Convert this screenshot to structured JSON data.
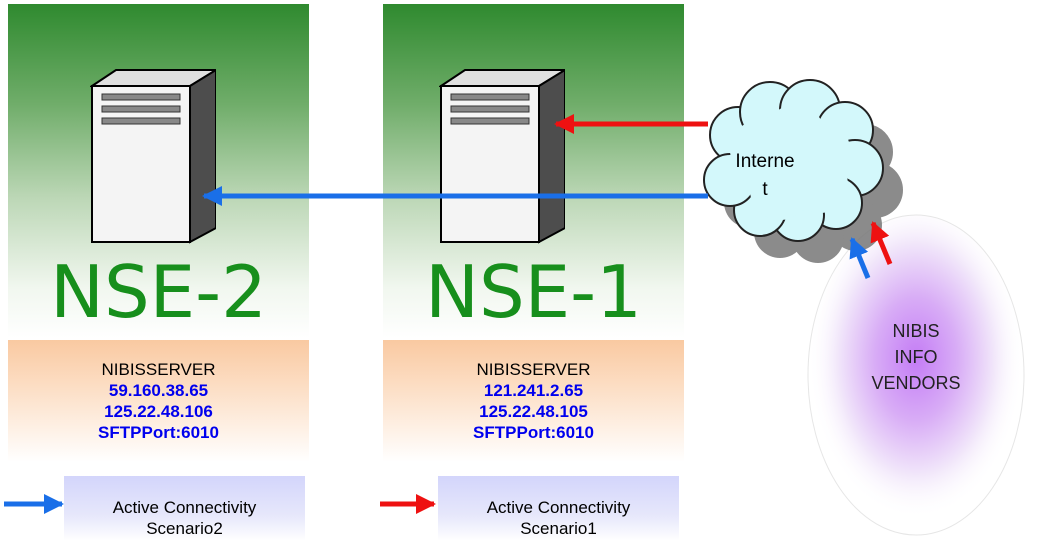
{
  "nodes": {
    "nse2": {
      "label": "NSE-2",
      "server": "NIBISSERVER",
      "ip1": "59.160.38.65",
      "ip2": "125.22.48.106",
      "port": "SFTPPort:6010"
    },
    "nse1": {
      "label": "NSE-1",
      "server": "NIBISSERVER",
      "ip1": "121.241.2.65",
      "ip2": "125.22.48.105",
      "port": "SFTPPort:6010"
    }
  },
  "cloud": {
    "line1": "Interne",
    "line2": "t"
  },
  "vendors": {
    "line1": "NIBIS",
    "line2": "INFO",
    "line3": "VENDORS"
  },
  "legend": {
    "scenario2": {
      "line1": "Active Connectivity",
      "line2": "Scenario2",
      "arrow_color": "#1a6fe8"
    },
    "scenario1": {
      "line1": "Active Connectivity",
      "line2": "Scenario1",
      "arrow_color": "#ee1111"
    }
  },
  "colors": {
    "nse_label": "#178f1c",
    "ip_text": "#0000ee",
    "blue_arrow": "#1a6fe8",
    "red_arrow": "#ee1111"
  }
}
